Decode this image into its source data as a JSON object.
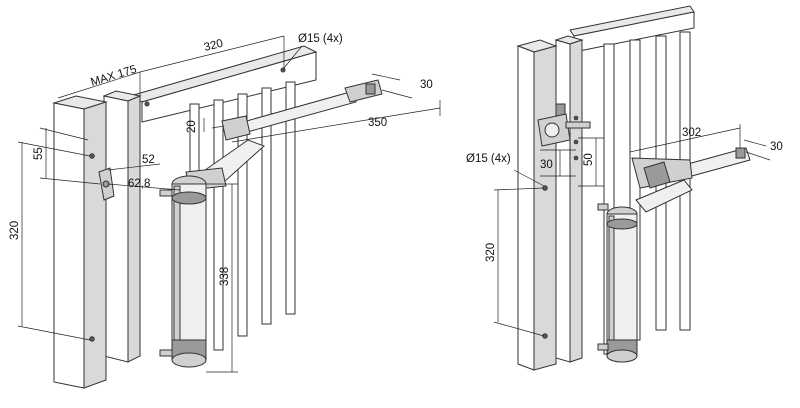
{
  "left_view": {
    "dim_max": "MAX 175",
    "dim_320_top": "320",
    "dim_hole": "Ø15 (4x)",
    "dim_30": "30",
    "dim_20": "20",
    "dim_350": "350",
    "dim_55": "55",
    "dim_52": "52",
    "dim_62_8": "62,8",
    "dim_320_side": "320",
    "dim_338": "338"
  },
  "right_view": {
    "dim_hole": "Ø15 (4x)",
    "dim_30_a": "30",
    "dim_50": "50",
    "dim_302": "302",
    "dim_30_b": "30",
    "dim_320_side": "320"
  }
}
